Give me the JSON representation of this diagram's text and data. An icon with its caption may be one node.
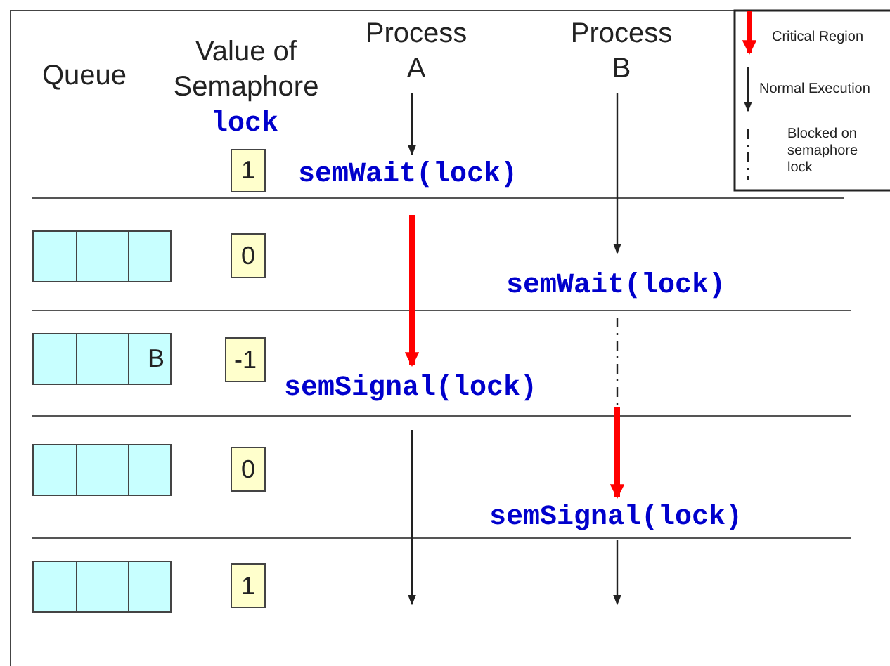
{
  "diagram": {
    "nodes": [
      {
        "text": [
          "1"
        ]
      },
      {
        "text": [],
        "shape": "box"
      },
      {
        "text": [],
        "shape": "box"
      },
      {
        "text": [],
        "shape": "box"
      },
      {
        "text": [
          "0"
        ]
      },
      {
        "text": [],
        "shape": "box"
      },
      {
        "text": [],
        "shape": "box"
      },
      {
        "text": [
          "B"
        ]
      },
      {
        "text": [
          "-1"
        ]
      },
      {
        "text": [],
        "shape": "box"
      },
      {
        "text": [],
        "shape": "box"
      },
      {
        "text": [],
        "shape": "box"
      },
      {
        "text": [
          "0"
        ]
      },
      {
        "text": [],
        "shape": "box"
      },
      {
        "text": [],
        "shape": "box"
      },
      {
        "text": [],
        "shape": "box"
      },
      {
        "text": [
          "1"
        ]
      }
    ],
    "labels": [
      "Queue",
      "Value of Semaphore",
      "lock",
      "Process A",
      "Process B",
      "semWait(lock)",
      "semWait(lock)",
      "semSignal(lock)",
      "semSignal(lock)"
    ],
    "legend": [
      {
        "text": "Critical Region"
      },
      {
        "text": "Normal Execution"
      },
      {
        "text": "Blocked on semaphore lock"
      }
    ]
  }
}
